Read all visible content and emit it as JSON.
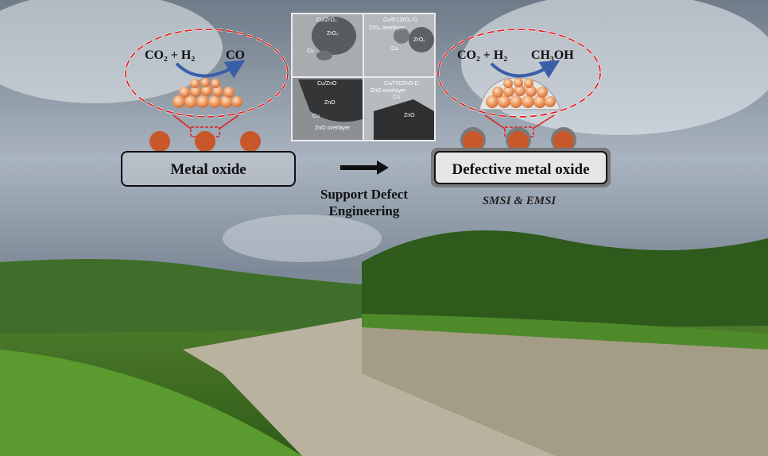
{
  "left_panel": {
    "reaction_reactants": "CO₂ + H₂",
    "reaction_product": "CO",
    "support_label": "Metal oxide"
  },
  "right_panel": {
    "reaction_reactants": "CO₂ + H₂",
    "reaction_product": "CH₃OH",
    "support_label": "Defective metal oxide",
    "interaction_label": "SMSI & EMSI"
  },
  "center": {
    "process_line1": "Support Defect",
    "process_line2": "Engineering",
    "arrow_icon": "right-arrow-icon"
  },
  "tem_images": [
    {
      "title": "Cu/ZrO₂",
      "labels": [
        "ZrO₂",
        "Cu"
      ]
    },
    {
      "title": "Cu/5:1ZrO₂-D",
      "labels": [
        "ZrO₂ overlayer",
        "ZrO₂",
        "Cu"
      ]
    },
    {
      "title": "Cu/ZnO",
      "labels": [
        "ZnO",
        "Cu",
        "ZnO overlayer"
      ]
    },
    {
      "title": "Cu/700ZnO-D",
      "labels": [
        "ZnO overlayer",
        "Cu",
        "ZnO"
      ]
    }
  ],
  "colors": {
    "particle": "#c8572a",
    "dashed_outline": "#e0201c",
    "curved_arrow": "#3a5fa8",
    "box_fill": "#d9d9d9"
  }
}
